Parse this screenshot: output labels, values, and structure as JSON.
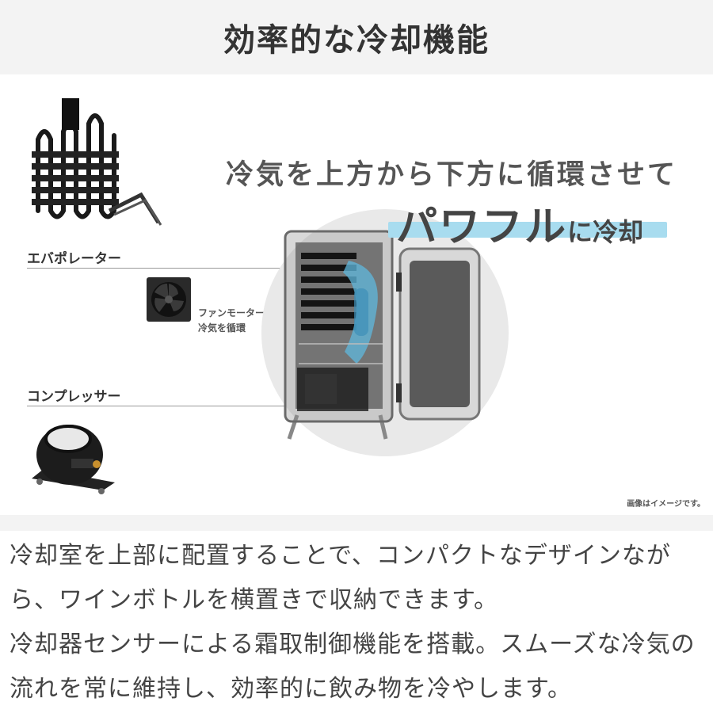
{
  "header": {
    "title": "効率的な冷却機能"
  },
  "headline": {
    "line1": "冷気を上方から下方に循環させて",
    "emphasis": "パワフル",
    "suffix": "に冷却"
  },
  "labels": {
    "evaporator": "エバポレーター",
    "fan_line1": "ファンモーター",
    "fan_line2": "冷気を循環",
    "compressor": "コンプレッサー"
  },
  "note": "画像はイメージです。",
  "body": {
    "para1": "冷却室を上部に配置することで、コンパクトなデザインながら、ワインボトルを横置きで収納できます。",
    "para2": "冷却器センサーによる霜取制御機能を搭載。スムーズな冷気の流れを常に維持し、効率的に飲み物を冷やします。"
  },
  "colors": {
    "accent_underline": "#a8dcef",
    "header_bg": "#f3f3f3"
  },
  "icons": [
    "evaporator-image",
    "fan-motor-image",
    "compressor-image",
    "wine-fridge-image"
  ]
}
